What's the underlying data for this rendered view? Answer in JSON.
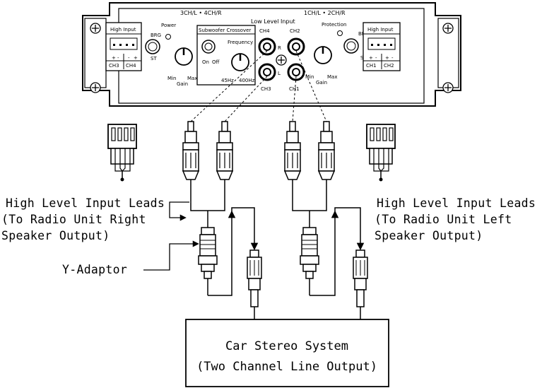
{
  "amplifier": {
    "top_left_label": "3CH/L • 4CH/R",
    "top_right_label": "1CH/L • 2CH/R",
    "low_level_input": "Low Level Input",
    "high_input_left": "High Input",
    "high_input_right": "High Input",
    "power": "Power",
    "protection": "Protection",
    "brg": "BRG",
    "st": "ST",
    "subwoofer_crossover": "Subwoofer Crossover",
    "frequency": "Frequency",
    "on": "On",
    "off": "Off",
    "hz45": "45Hz",
    "hz400": "400Hz",
    "min": "Min",
    "max": "Max",
    "gain": "Gain",
    "ch1": "CH1",
    "ch2": "CH2",
    "ch3": "CH3",
    "ch4": "CH4",
    "r": "R",
    "l": "L",
    "plus": "+",
    "minus": "-"
  },
  "labels": {
    "left_leads_1": "High Level Input Leads",
    "left_leads_2": "(To Radio Unit Right",
    "left_leads_3": "Speaker Output)",
    "right_leads_1": "High Level Input Leads",
    "right_leads_2": "(To Radio Unit Left",
    "right_leads_3": "Speaker Output)",
    "y_adaptor": "Y-Adaptor"
  },
  "stereo_box": {
    "line1": "Car Stereo System",
    "line2": "(Two Channel Line Output)"
  }
}
